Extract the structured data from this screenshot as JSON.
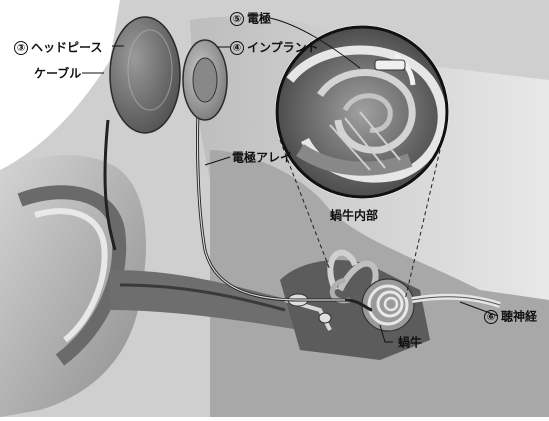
{
  "labels": {
    "headpiece": {
      "num": "③",
      "text": "ヘッドピース"
    },
    "cable": {
      "text": "ケーブル"
    },
    "implant": {
      "num": "④",
      "text": "インプラント"
    },
    "electrode": {
      "num": "⑤",
      "text": "電極"
    },
    "electrode_array": {
      "text": "電極アレイ"
    },
    "cochlea_inside": {
      "text": "蝸牛内部"
    },
    "auditory_nerve": {
      "num": "⑥",
      "text": "聴神経"
    },
    "cochlea": {
      "text": "蝸牛"
    }
  },
  "colors": {
    "skin_light": "#e6e6e6",
    "skin_mid": "#b5b5b5",
    "skin_dark": "#6e6e6e",
    "shadow": "#3a3a3a",
    "line": "#111111"
  },
  "icons": {
    "headpiece": "headpiece-disc",
    "implant": "implant-disc",
    "cochlea": "cochlea-spiral",
    "magnifier": "magnified-cochlea-circle"
  }
}
